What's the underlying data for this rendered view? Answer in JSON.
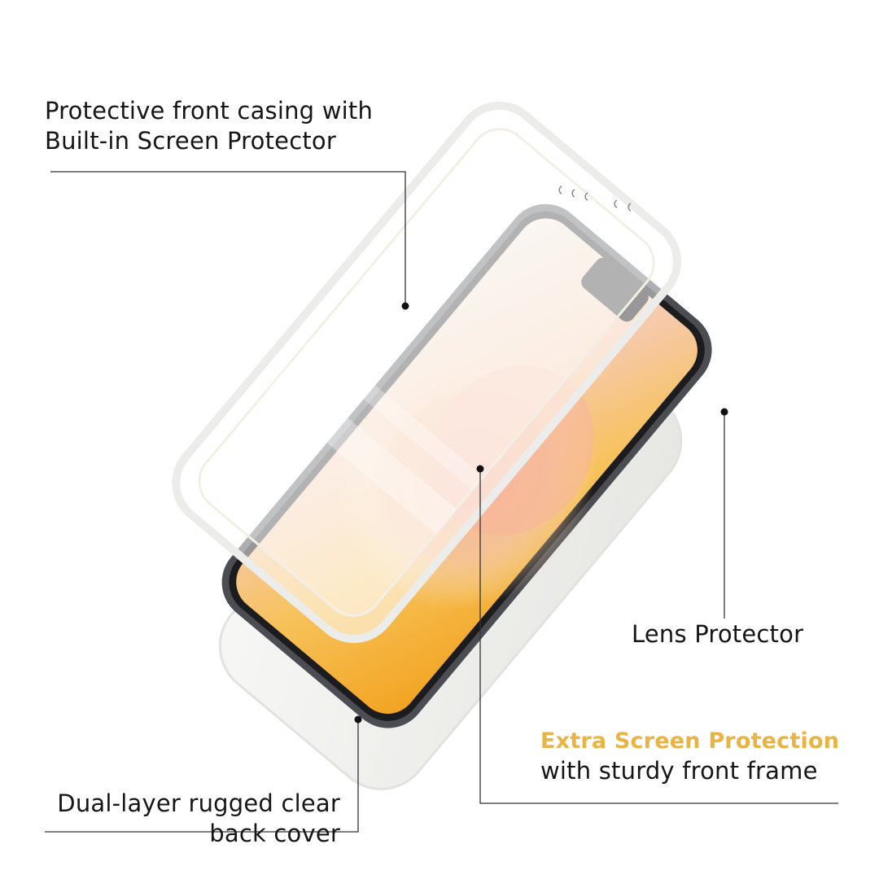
{
  "callouts": {
    "front_casing": {
      "line1": "Protective front casing with",
      "line2": "Built-in Screen Protector"
    },
    "lens": {
      "text": "Lens Protector"
    },
    "extra": {
      "highlight": "Extra Screen Protection",
      "line2": "with sturdy front frame"
    },
    "back_cover": {
      "line1": "Dual-layer rugged clear",
      "line2": "back cover"
    }
  },
  "colors": {
    "highlight": "#e8b444",
    "text": "#161616",
    "line": "#333333",
    "phone_frame": "#4a4c50",
    "screen_warm": "#f3a82a"
  }
}
